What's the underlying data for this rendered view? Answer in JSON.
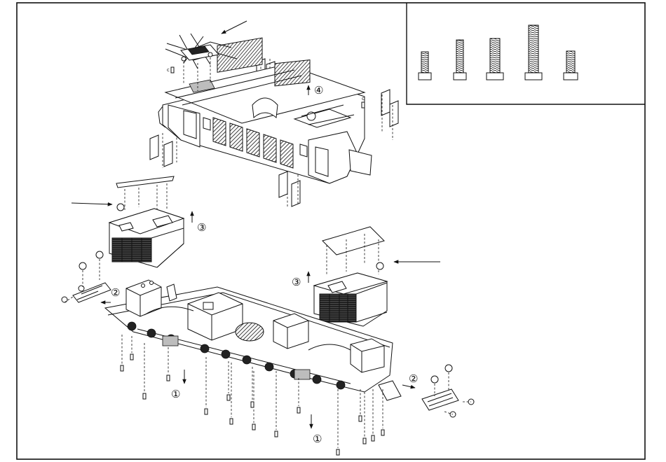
{
  "steps": {
    "s1a": "①",
    "s1b": "①",
    "s2a": "②",
    "s2b": "②",
    "s3a": "③",
    "s3b": "③",
    "s4": "④"
  },
  "screw_label": "c"
}
